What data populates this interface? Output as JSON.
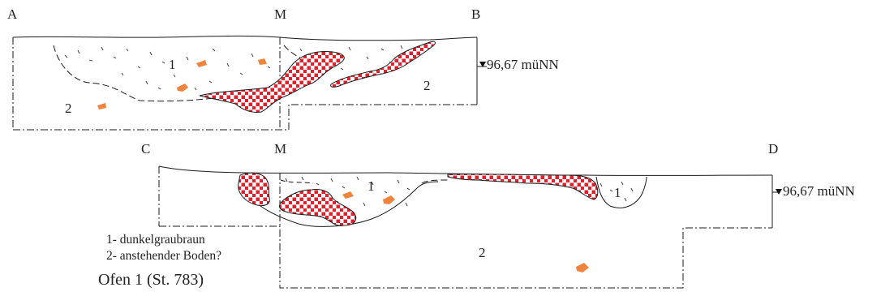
{
  "profile_top": {
    "start": "A",
    "middle": "M",
    "end": "B",
    "elevation": "96,67 müNN",
    "layer_fill": "1",
    "layer_subsoil_left": "2",
    "layer_subsoil_right": "2"
  },
  "profile_bottom": {
    "start": "C",
    "middle": "M",
    "end": "D",
    "elevation": "96,67 müNN",
    "layer_fill_a": "1",
    "layer_fill_b": "1",
    "layer_subsoil": "2"
  },
  "legend": {
    "item1": "1- dunkelgraubraun",
    "item2": "2- anstehender Boden?"
  },
  "title": "Ofen 1 (St. 783)",
  "colors": {
    "burnt_clay": "#e41e2a",
    "stone": "#f0843c",
    "line": "#1a1a1a"
  }
}
